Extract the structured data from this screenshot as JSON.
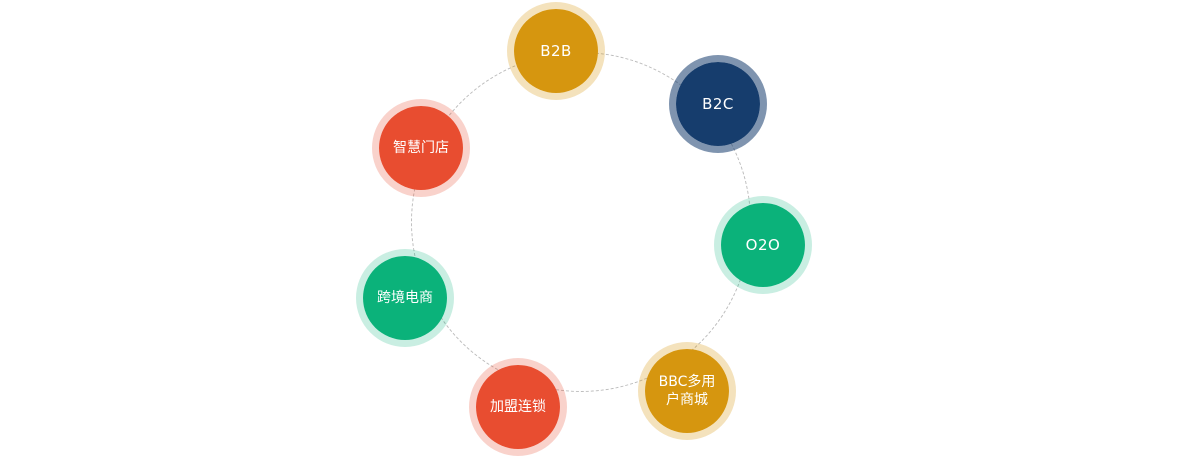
{
  "nodes": {
    "b2b": "B2B",
    "b2c": "B2C",
    "o2o": "O2O",
    "bbc": "BBC多用户商城",
    "franchise": "加盟连锁",
    "crossborder": "跨境电商",
    "smartstore": "智慧门店"
  },
  "colors": {
    "gold": "#d6960f",
    "navy": "#163d6d",
    "green": "#0bb27a",
    "red": "#e84d30",
    "ring": "#bdbdbd"
  }
}
